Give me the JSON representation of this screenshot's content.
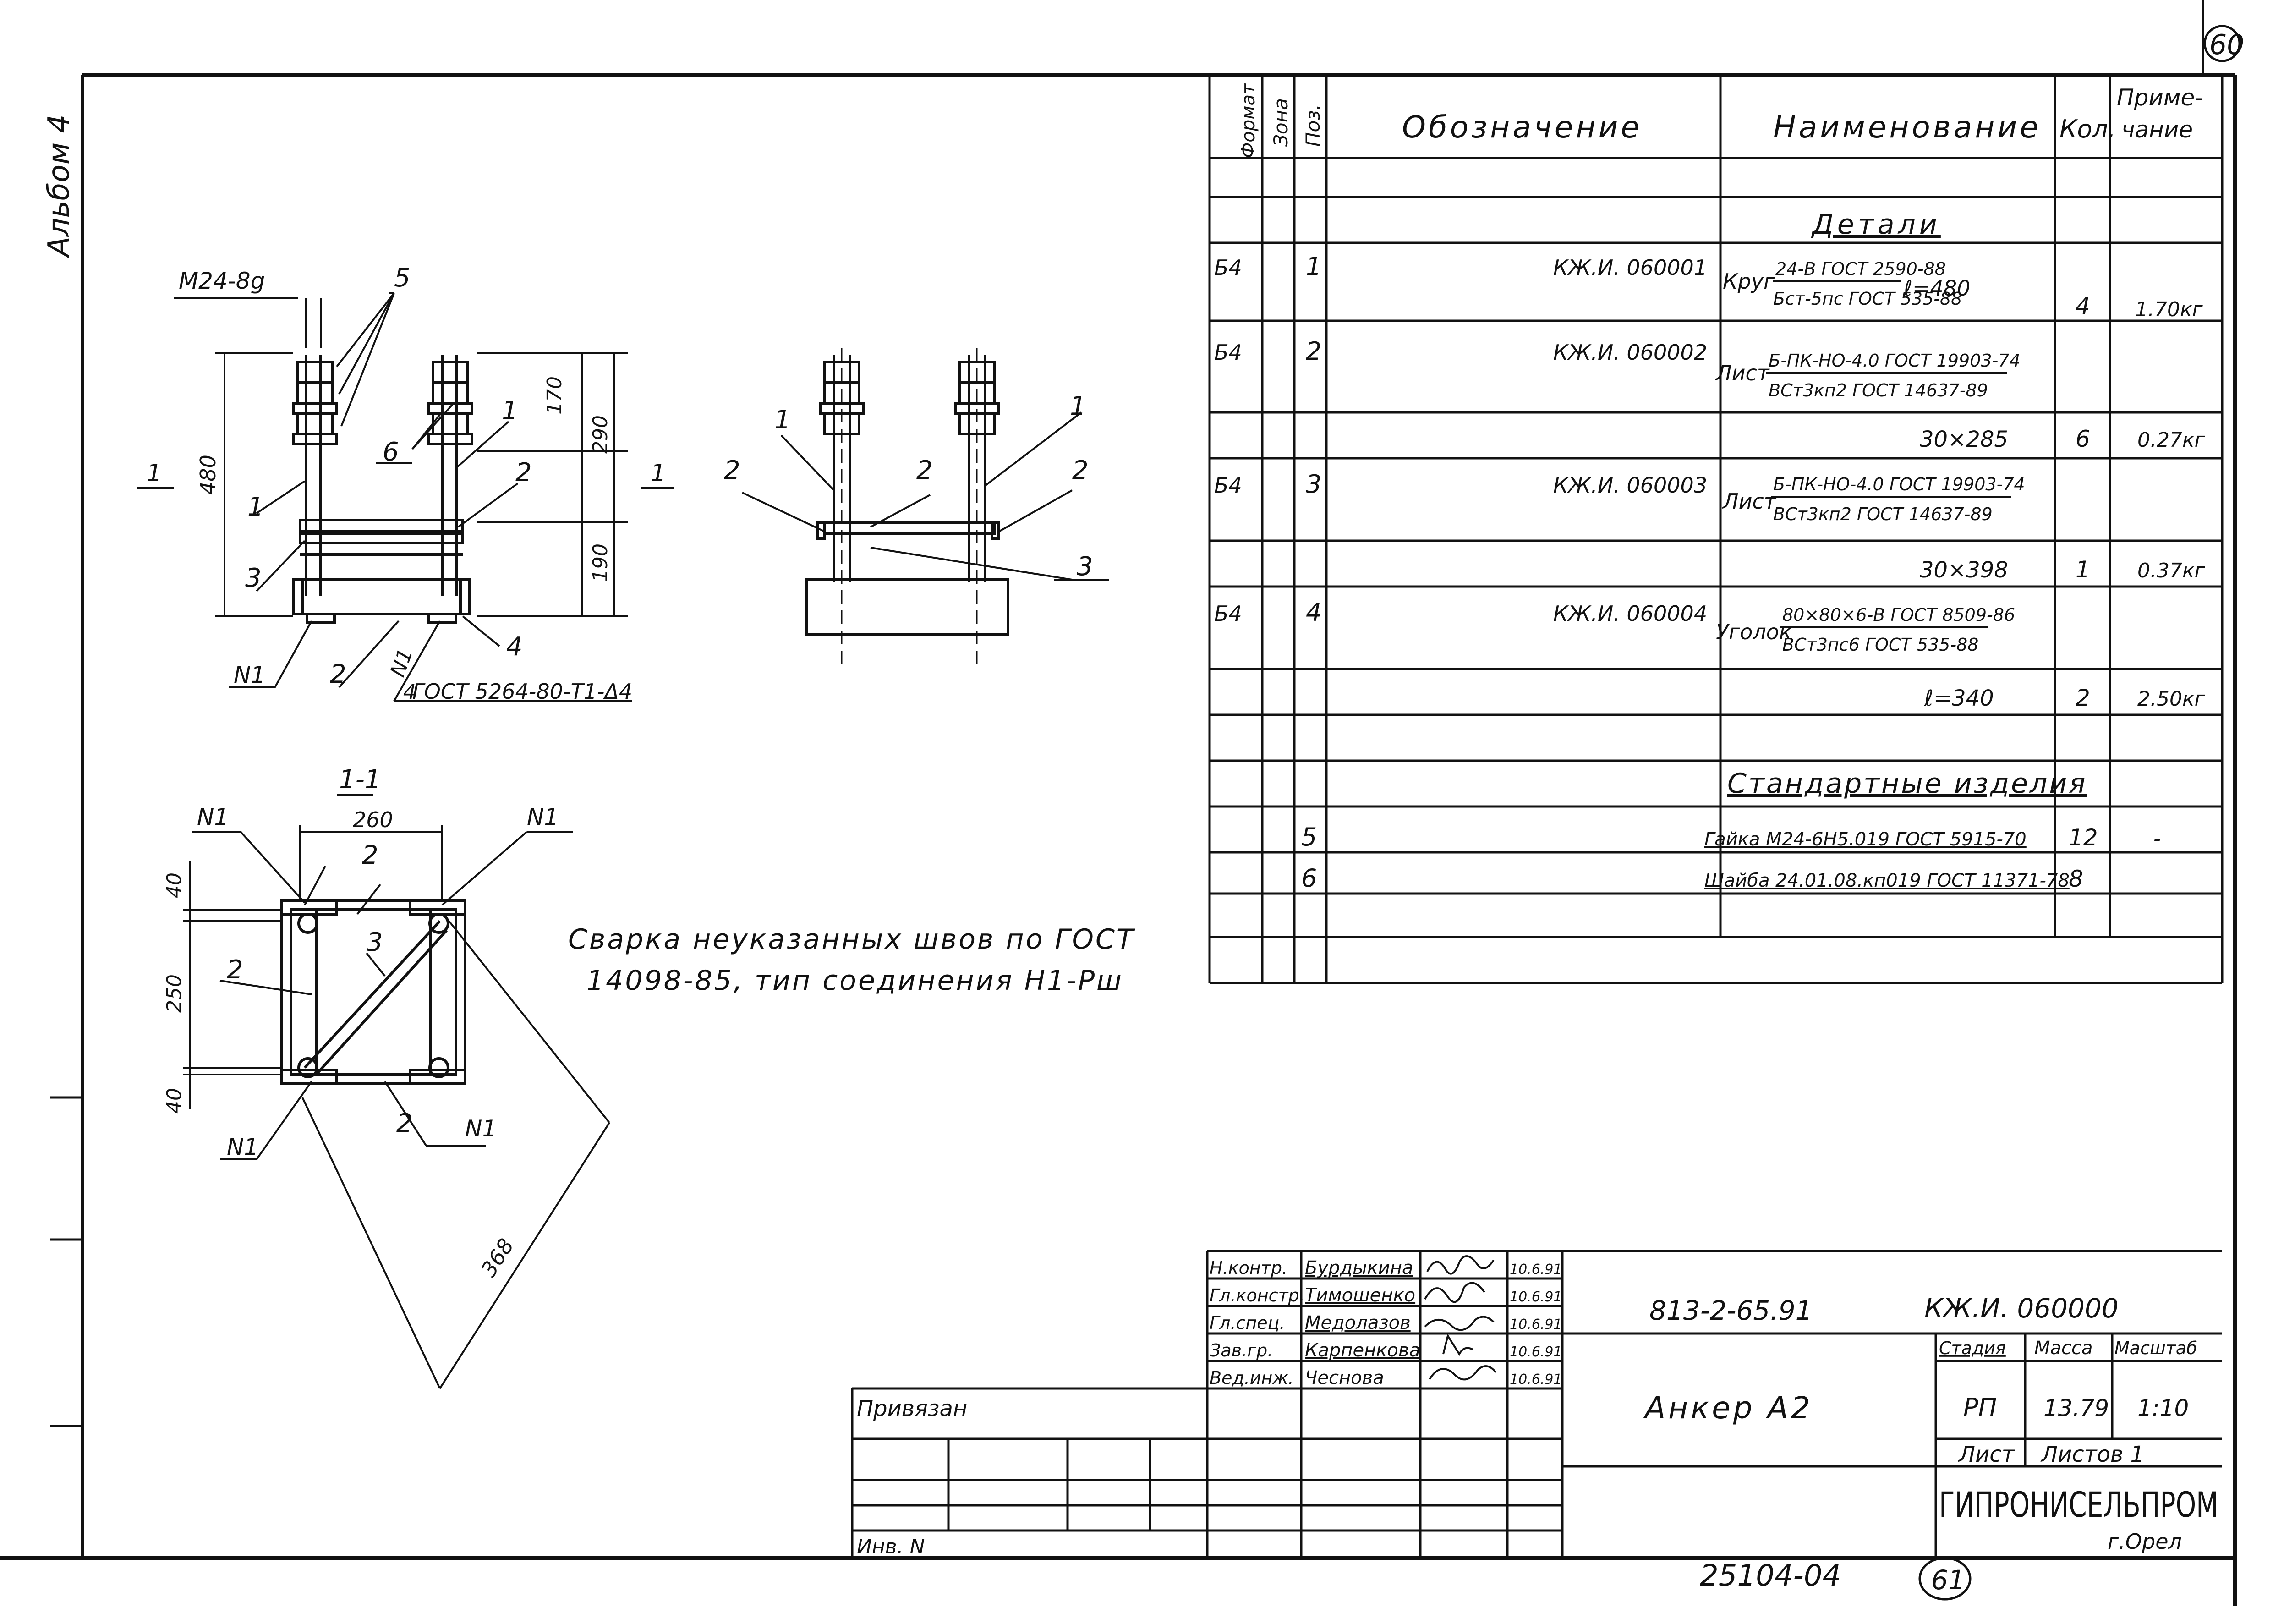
{
  "album_label": "Альбом 4",
  "sheet_no_top": "60",
  "spec": {
    "headers": {
      "format": "Формат",
      "zone": "Зона",
      "pos": "Поз.",
      "designation": "Обозначение",
      "name": "Наименование",
      "qty": "Кол.",
      "note_1": "Приме-",
      "note_2": "чание"
    },
    "section_parts": "Детали",
    "section_standard": "Стандартные изделия",
    "rows": [
      {
        "fmt": "Б4",
        "pos": "1",
        "designation": "КЖ.И. 060001",
        "name_prefix": "Круг",
        "name_top": "24-В ГОСТ 2590-88",
        "name_bottom": "Бст-5пс ГОСТ 535-88",
        "extra": "ℓ=480",
        "qty": "4",
        "note": "1.70кг"
      },
      {
        "fmt": "Б4",
        "pos": "2",
        "designation": "КЖ.И. 060002",
        "name_prefix": "Лист",
        "name_top": "Б-ПК-НО-4.0 ГОСТ 19903-74",
        "name_bottom": "ВСт3кп2 ГОСТ 14637-89",
        "size": "30×285",
        "qty": "6",
        "note": "0.27кг"
      },
      {
        "fmt": "Б4",
        "pos": "3",
        "designation": "КЖ.И. 060003",
        "name_prefix": "Лист",
        "name_top": "Б-ПК-НО-4.0 ГОСТ 19903-74",
        "name_bottom": "ВСт3кп2 ГОСТ 14637-89",
        "size": "30×398",
        "qty": "1",
        "note": "0.37кг"
      },
      {
        "fmt": "Б4",
        "pos": "4",
        "designation": "КЖ.И. 060004",
        "name_prefix": "Уголок",
        "name_top": "80×80×6-В ГОСТ 8509-86",
        "name_bottom": "ВСт3пс6 ГОСТ 535-88",
        "size": "ℓ=340",
        "qty": "2",
        "note": "2.50кг"
      }
    ],
    "standard_rows": [
      {
        "pos": "5",
        "name": "Гайка М24-6Н5.019 ГОСТ 5915-70",
        "qty": "12",
        "note": "-"
      },
      {
        "pos": "6",
        "name": "Шайба 24.01.08.кп019 ГОСТ 11371-78",
        "qty": "8",
        "note": ""
      }
    ]
  },
  "drawing": {
    "thread": "М24-8g",
    "dims": {
      "h480": "480",
      "h170": "170",
      "h290": "290",
      "h190": "190",
      "w260": "260",
      "h40a": "40",
      "h250": "250",
      "h40b": "40",
      "diag368": "368"
    },
    "weld_std": "ГОСТ 5264-80-Т1-Δ4",
    "weld_leg": "4",
    "section_title": "1-1",
    "cut_mark": "1",
    "weld_mark": "N1",
    "pos_labels": [
      "1",
      "2",
      "3",
      "4",
      "5",
      "6"
    ],
    "weld_note_line1": "Сварка неуказанных швов по ГОСТ",
    "weld_note_line2": "14098-85, тип соединения Н1-Рш"
  },
  "title_block": {
    "roles": [
      "Н.контр.",
      "Гл.констр.",
      "Гл.спец.",
      "Зав.гр.",
      "Вед.инж."
    ],
    "names": [
      "Бурдыкина",
      "Тимошенко",
      "Медолазов",
      "Карпенкова",
      "Чеснова"
    ],
    "dates": [
      "10.6.91",
      "10.6.91",
      "10.6.91",
      "10.6.91",
      "10.6.91"
    ],
    "doc_code": "813-2-65.91",
    "doc_mark": "КЖ.И. 060000",
    "title": "Анкер А2",
    "stage_label": "Стадия",
    "mass_label": "Масса",
    "scale_label": "Масштаб",
    "stage": "РП",
    "mass": "13.79",
    "scale": "1:10",
    "sheet_label": "Лист",
    "sheets_label": "Листов 1",
    "org": "ГИПРОНИСЕЛЬПРОМ",
    "city": "г.Орел",
    "bound_label": "Привязан",
    "inv_label": "Инв. N"
  },
  "bottom_number": "25104-04",
  "bottom_sheet": "61"
}
